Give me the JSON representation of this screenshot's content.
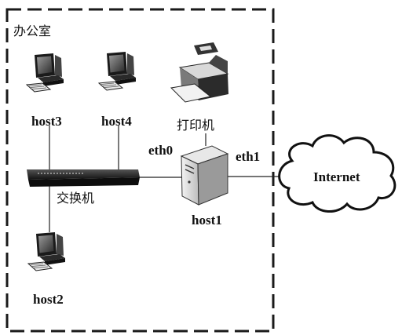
{
  "zone": {
    "label": "办公室"
  },
  "devices": {
    "host1": {
      "label": "host1"
    },
    "host2": {
      "label": "host2"
    },
    "host3": {
      "label": "host3"
    },
    "host4": {
      "label": "host4"
    },
    "printer": {
      "label": "打印机"
    },
    "switch": {
      "label": "交换机"
    },
    "internet": {
      "label": "Internet"
    }
  },
  "interfaces": {
    "eth0": "eth0",
    "eth1": "eth1"
  },
  "icons": {
    "host1": "server-tower-icon",
    "host2": "desktop-computer-icon",
    "host3": "desktop-computer-icon",
    "host4": "desktop-computer-icon",
    "printer": "printer-icon",
    "switch": "network-switch-icon",
    "internet": "cloud-icon"
  }
}
